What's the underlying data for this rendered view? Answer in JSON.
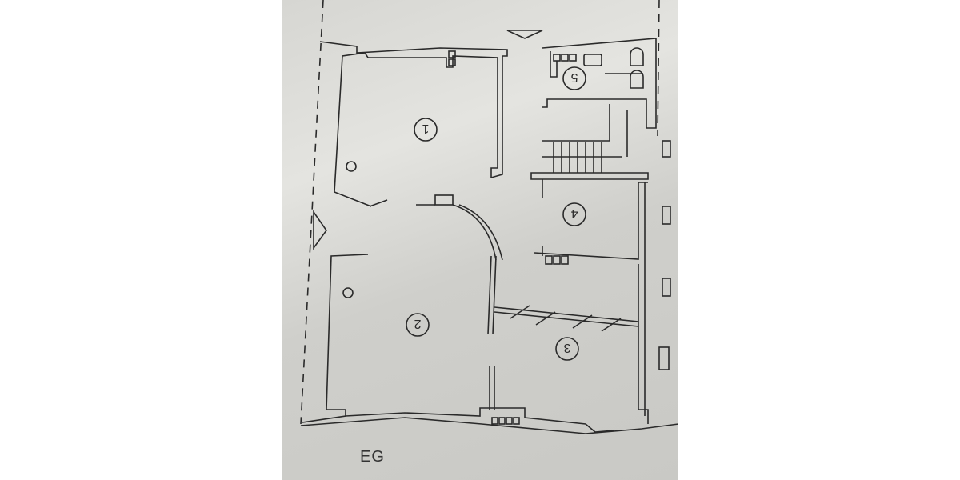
{
  "drawing": {
    "type": "floor plan (hand-drawn photo)",
    "floor_label": "EG",
    "rooms": [
      {
        "number": "1",
        "label": "1"
      },
      {
        "number": "2",
        "label": "2"
      },
      {
        "number": "3",
        "label": "3"
      },
      {
        "number": "4",
        "label": "4"
      },
      {
        "number": "5",
        "label": "5"
      }
    ],
    "colors": {
      "paper": "#d6d6d2",
      "ink": "#2a2a2a",
      "background": "#ffffff"
    }
  }
}
